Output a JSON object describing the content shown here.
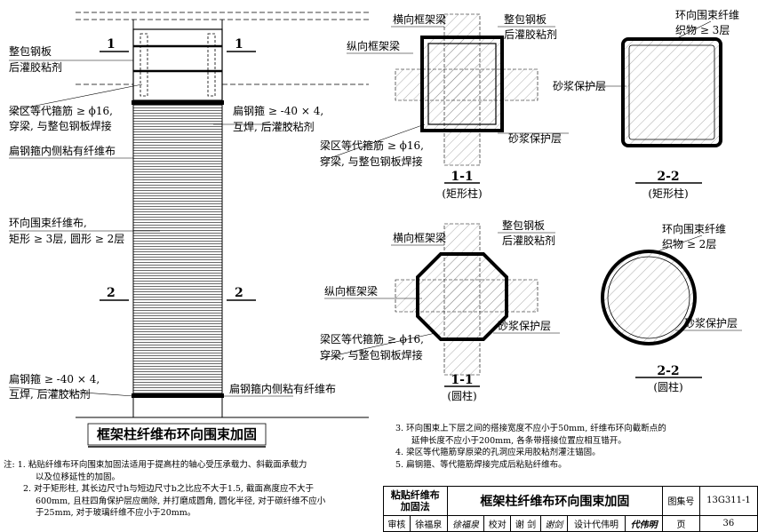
{
  "left_labels": {
    "wrap_steel_1": "整包钢板",
    "wrap_steel_2": "后灌胶粘剂",
    "stirrup_1": "梁区等代箍筋 ≥ ϕ16,",
    "stirrup_2": "穿梁, 与整包钢板焊接",
    "flat_bar_right_1": "扁钢箍 ≥ -40 × 4,",
    "flat_bar_right_2": "互焊, 后灌胶粘剂",
    "inner_fiber_top": "扁钢箍内侧粘有纤维布",
    "hoop_fiber_1": "环向围束纤维布,",
    "hoop_fiber_2": "矩形 ≥ 3层, 圆形 ≥ 2层",
    "flat_bar_bottom_1": "扁钢箍 ≥ -40 × 4,",
    "flat_bar_bottom_2": "互焊, 后灌胶粘剂",
    "inner_fiber_bottom": "扁钢箍内侧粘有纤维布",
    "sec1": "1",
    "sec2": "2",
    "main_title": "框架柱纤维布环向围束加固"
  },
  "rect_section": {
    "transverse_beam": "横向框架梁",
    "wrap_steel_1": "整包钢板",
    "wrap_steel_2": "后灌胶粘剂",
    "longitudinal_beam": "纵向框架梁",
    "mortar": "砂浆保护层",
    "stirrup_1": "梁区等代箍筋 ≥ ϕ16,",
    "stirrup_2": "穿梁, 与整包钢板焊接",
    "label": "1-1",
    "caption": "(矩形柱)"
  },
  "rect_section_2": {
    "fiber_1": "环向围束纤维",
    "fiber_2": "织物 ≥ 3层",
    "mortar": "砂浆保护层",
    "label": "2-2",
    "caption": "(矩形柱)"
  },
  "round_section": {
    "transverse_beam": "横向框架梁",
    "wrap_steel_1": "整包钢板",
    "wrap_steel_2": "后灌胶粘剂",
    "longitudinal_beam": "纵向框架梁",
    "mortar": "砂浆保护层",
    "stirrup_1": "梁区等代箍筋 ≥ ϕ16,",
    "stirrup_2": "穿梁, 与整包钢板焊接",
    "label": "1-1",
    "caption": "(圆柱)"
  },
  "round_section_2": {
    "fiber_1": "环向围束纤维",
    "fiber_2": "织物 ≥ 2层",
    "mortar": "砂浆保护层",
    "label": "2-2",
    "caption": "(圆柱)"
  },
  "notes": {
    "prefix": "注:",
    "n1a": "1. 粘贴纤维布环向围束加固法适用于提高柱的轴心受压承载力、斜截面承载力",
    "n1b": "以及位移延性的加固。",
    "n2a": "2. 对于矩形柱, 其长边尺寸h与短边尺寸b之比应不大于1.5, 截面高度应不大于",
    "n2b": "600mm, 且柱四角保护层应凿除, 并打磨成圆角, 圆化半径, 对于碳纤维不应小",
    "n2c": "于25mm, 对于玻璃纤维不应小于20mm。",
    "n3a": "3. 环向围束上下层之间的搭接宽度不应小于50mm, 纤维布环向截断点的",
    "n3b": "延伸长度不应小于200mm, 各条带搭接位置应相互错开。",
    "n4": "4. 梁区等代箍筋穿原梁的孔洞应采用胶粘剂灌注锚固。",
    "n5": "5. 扁钢箍、等代箍筋焊接完成后粘贴纤维布。"
  },
  "title_block": {
    "category_1": "粘贴纤维布",
    "category_2": "加固法",
    "drawing_title": "框架柱纤维布环向围束加固",
    "atlas_label": "图集号",
    "atlas_no": "13G311-1",
    "review_label": "审核",
    "reviewer": "徐福泉",
    "reviewer_sign": "徐福泉",
    "check_label": "校对",
    "checker": "谢 剑",
    "checker_sign": "谢剑",
    "design_label": "设计",
    "designer": "代伟明",
    "designer_sign": "代伟明",
    "page_label": "页",
    "page_no": "36"
  }
}
